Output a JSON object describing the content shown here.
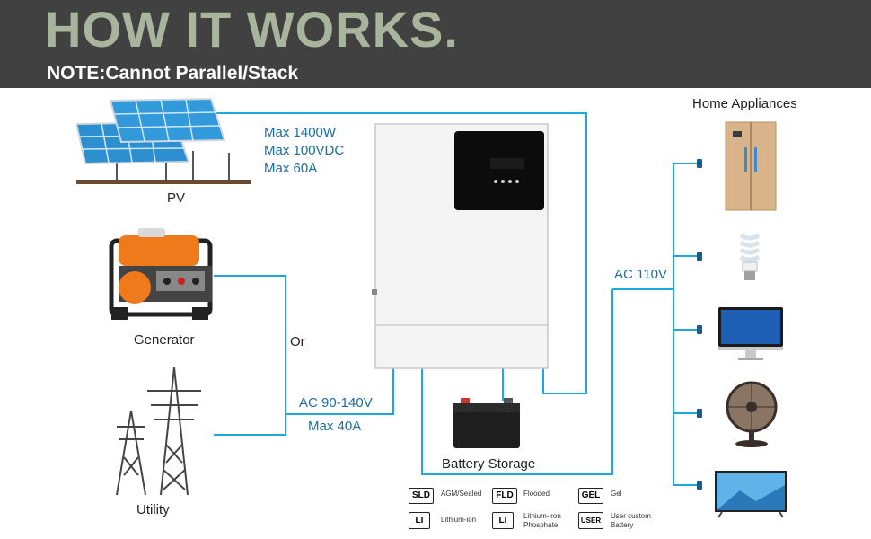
{
  "header": {
    "title": "HOW IT WORKS.",
    "note": "NOTE:Cannot Parallel/Stack"
  },
  "sources": {
    "pv_label": "PV",
    "pv_specs": [
      "Max 1400W",
      "Max 100VDC",
      "Max 60A"
    ],
    "generator_label": "Generator",
    "or_label": "Or",
    "utility_label": "Utility",
    "ac_input": [
      "AC 90-140V",
      "Max 40A"
    ]
  },
  "battery": {
    "label": "Battery Storage",
    "types": [
      {
        "code": "SLD",
        "text": "AGM/Sealed"
      },
      {
        "code": "FLD",
        "text": "Flooded"
      },
      {
        "code": "GEL",
        "text": "Gel"
      },
      {
        "code": "LI",
        "text": "Lithium-ion"
      },
      {
        "code": "LI",
        "text": "Lithium-iron Phosphate"
      },
      {
        "code": "USER",
        "text": "User custom Battery"
      }
    ]
  },
  "output": {
    "label": "AC 110V",
    "appliances_title": "Home Appliances"
  },
  "colors": {
    "header_bg": "#414141",
    "title": "#a8b49c",
    "wire": "#1ea7e1",
    "spec_text": "#1b6e9e"
  }
}
